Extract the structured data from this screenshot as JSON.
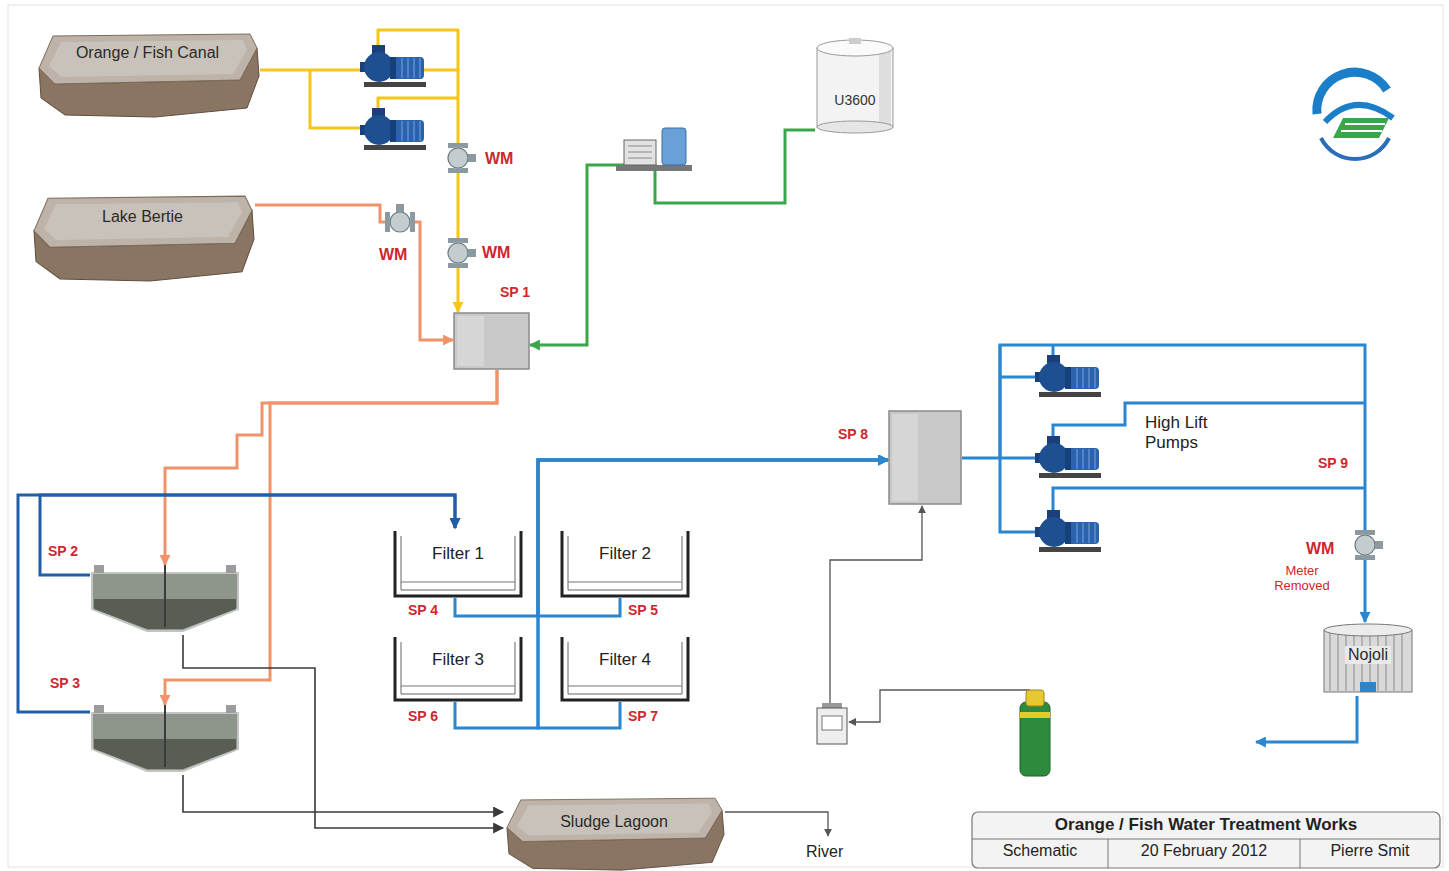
{
  "diagram": {
    "title": "Orange / Fish Water Treatment Works",
    "nodes": [
      {
        "text": [
          "Orange / Fish Canal"
        ]
      },
      {
        "text": [
          "Lake Bertie"
        ]
      },
      {
        "text": [
          "U3600"
        ]
      },
      {
        "text": [
          "SP 1"
        ]
      },
      {
        "text": [
          "SP 2"
        ]
      },
      {
        "text": [
          "SP 3"
        ]
      },
      {
        "text": [
          "Filter 1",
          "SP 4"
        ]
      },
      {
        "text": [
          "Filter 2",
          "SP 5"
        ]
      },
      {
        "text": [
          "Filter 3",
          "SP 6"
        ]
      },
      {
        "text": [
          "Filter 4",
          "SP 7"
        ]
      },
      {
        "text": [
          "SP 8"
        ]
      },
      {
        "text": [
          "Nojoli"
        ]
      },
      {
        "text": [
          "Sludge Lagoon"
        ]
      }
    ],
    "edges": [
      {
        "from": 0,
        "to": 3,
        "arrow": "to"
      },
      {
        "from": 1,
        "to": 3,
        "arrow": "to"
      },
      {
        "from": 2,
        "to": 3,
        "arrow": "to"
      },
      {
        "from": 3,
        "to": 4,
        "arrow": "to"
      },
      {
        "from": 3,
        "to": 5,
        "arrow": "to"
      },
      {
        "from": 4,
        "to": 6,
        "arrow": "to"
      },
      {
        "from": 5,
        "to": 6,
        "arrow": "to"
      },
      {
        "from": 4,
        "to": 12,
        "arrow": "to"
      },
      {
        "from": 5,
        "to": 12,
        "arrow": "to"
      },
      {
        "from": 6,
        "to": 10,
        "arrow": "to"
      },
      {
        "from": 7,
        "to": 10,
        "arrow": "to"
      },
      {
        "from": 8,
        "to": 10,
        "arrow": "to"
      },
      {
        "from": 9,
        "to": 10,
        "arrow": "to"
      },
      {
        "from": 10,
        "to": 11,
        "arrow": "to"
      }
    ],
    "labels": [
      "WM",
      "WM",
      "WM",
      "High Lift Pumps",
      "SP 9",
      "WM",
      "Meter Removed",
      "River",
      "Schematic",
      "20 February 2012",
      "Pierre Smit"
    ]
  }
}
